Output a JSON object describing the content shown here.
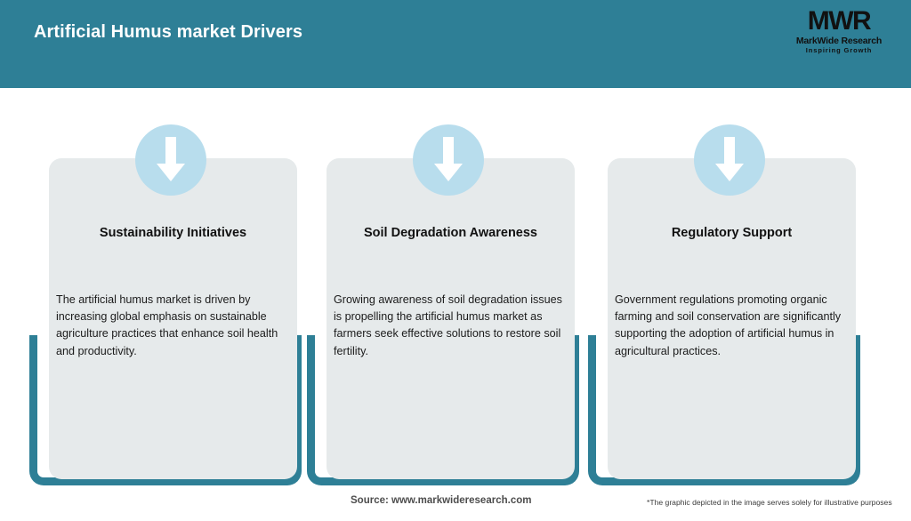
{
  "header": {
    "title": "Artificial Humus market Drivers",
    "background_color": "#2e7f96",
    "logo": {
      "mark": "MWR",
      "name": "MarkWide Research",
      "tagline": "Inspiring Growth"
    }
  },
  "theme": {
    "teal": "#2e7f96",
    "card_bg": "#e6eaeb",
    "icon_circle": "#b8dded",
    "page_bg": "#ffffff"
  },
  "cards": [
    {
      "icon": "arrow-down-icon",
      "title": "Sustainability Initiatives",
      "body": "The artificial humus market is driven by increasing global emphasis on sustainable agriculture practices that enhance soil health and productivity."
    },
    {
      "icon": "arrow-down-icon",
      "title": "Soil Degradation Awareness",
      "body": "Growing awareness of soil degradation issues is propelling the artificial humus market as farmers seek effective solutions to restore soil fertility."
    },
    {
      "icon": "arrow-down-icon",
      "title": "Regulatory Support",
      "body": "Government regulations promoting organic farming and soil conservation are significantly supporting the adoption of artificial humus in agricultural practices."
    }
  ],
  "footer": {
    "source": "Source: www.markwideresearch.com",
    "disclaimer": "*The graphic depicted in the image serves solely for illustrative purposes"
  }
}
